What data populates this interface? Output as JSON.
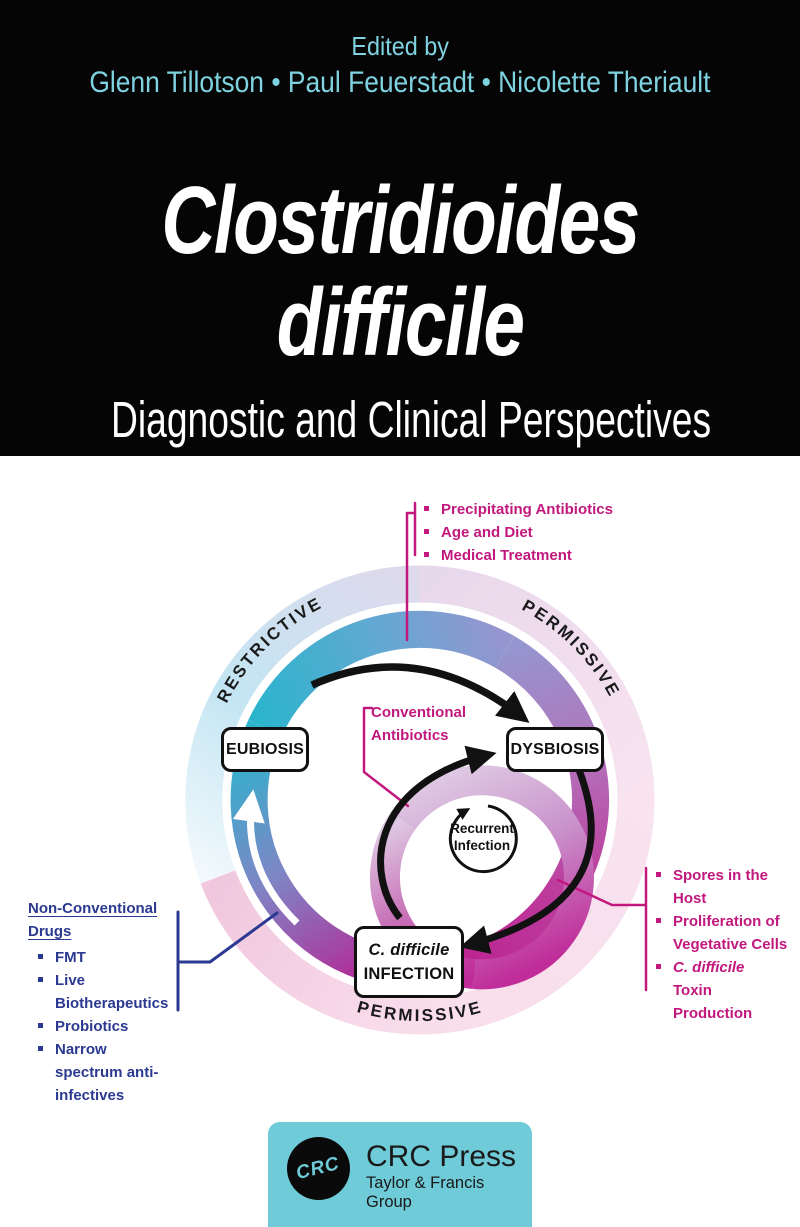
{
  "cover": {
    "edited_by": "Edited by",
    "authors": "Glenn Tillotson • Paul Feuerstadt • Nicolette Theriault",
    "title_line1": "Clostridioides",
    "title_line2": "difficile",
    "subtitle": "Diagnostic and Clinical Perspectives"
  },
  "colors": {
    "header_text": "#7fd3e1",
    "magenta_annotation": "#c2187d",
    "navy_annotation": "#2b3990",
    "ring_teal": "#2db4cd",
    "ring_deep_magenta": "#bb1b8e",
    "ring_light_blue": "#c3e5f3",
    "ring_light_pink": "#f7dfed",
    "footer_teal": "#6fcbd8"
  },
  "diagram": {
    "ring_labels": {
      "restrictive": "RESTRICTIVE",
      "permissive_top": "PERMISSIVE",
      "permissive_bottom": "PERMISSIVE"
    },
    "nodes": {
      "eubiosis": "EUBIOSIS",
      "dysbiosis": "DYSBIOSIS",
      "infection_line1": "C. difficile",
      "infection_line2": "INFECTION",
      "recurrent_line1": "Recurrent",
      "recurrent_line2": "Infection"
    },
    "top_factors": {
      "items": [
        "Precipitating Antibiotics",
        "Age and Diet",
        "Medical Treatment"
      ]
    },
    "conventional": {
      "line1": "Conventional",
      "line2": "Antibiotics"
    },
    "right_factors": {
      "item1": "Spores in the Host",
      "item2": "Proliferation of Vegetative Cells",
      "item3_italic": "C. difficile",
      "item3_rest": "Toxin Production"
    },
    "left_drugs": {
      "heading": "Non-Conventional Drugs",
      "items": [
        "FMT",
        "Live Biotherapeutics",
        "Probiotics",
        "Narrow spectrum anti-infectives"
      ]
    }
  },
  "footer": {
    "logo_text": "CRC",
    "publisher": "CRC Press",
    "group": "Taylor & Francis Group"
  }
}
